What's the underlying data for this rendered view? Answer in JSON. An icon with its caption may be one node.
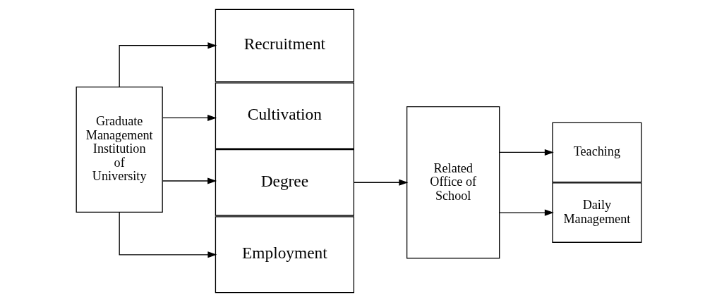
{
  "diagram": {
    "nodes": [
      {
        "text": [
          "Graduate Management Institution of University"
        ]
      },
      {
        "text": [
          "Recruitment"
        ]
      },
      {
        "text": [
          "Cultivation"
        ]
      },
      {
        "text": [
          "Degree"
        ]
      },
      {
        "text": [
          "Employment"
        ]
      },
      {
        "text": [
          "Related Office of School"
        ]
      },
      {
        "text": [
          "Teaching"
        ]
      },
      {
        "text": [
          "Daily Management"
        ]
      }
    ],
    "edges": [
      {
        "from": 0,
        "to": 1,
        "arrow": "to"
      },
      {
        "from": 0,
        "to": 2,
        "arrow": "to"
      },
      {
        "from": 0,
        "to": 3,
        "arrow": "to"
      },
      {
        "from": 0,
        "to": 4,
        "arrow": "to"
      },
      {
        "from": 3,
        "to": 5,
        "arrow": "to"
      },
      {
        "from": 5,
        "to": 6,
        "arrow": "to"
      },
      {
        "from": 5,
        "to": 7,
        "arrow": "to"
      }
    ]
  }
}
